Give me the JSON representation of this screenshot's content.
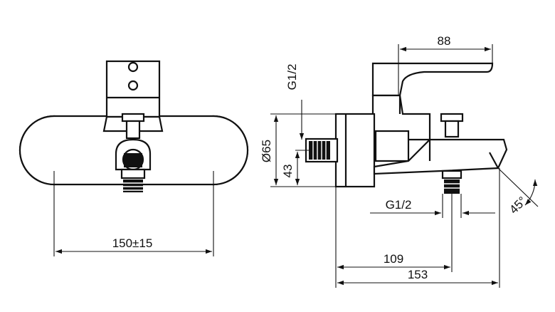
{
  "dimensions": {
    "spread": "150±15",
    "length_to_outlet_axis": "109",
    "total_length": "153",
    "handle_depth": "88",
    "body_diameter": "Ø65",
    "inlet_height": "43",
    "inlet_thread": "G1/2",
    "outlet_thread": "G1/2",
    "outlet_angle": "45°"
  },
  "colors": {
    "line": "#111111",
    "background": "#ffffff"
  }
}
